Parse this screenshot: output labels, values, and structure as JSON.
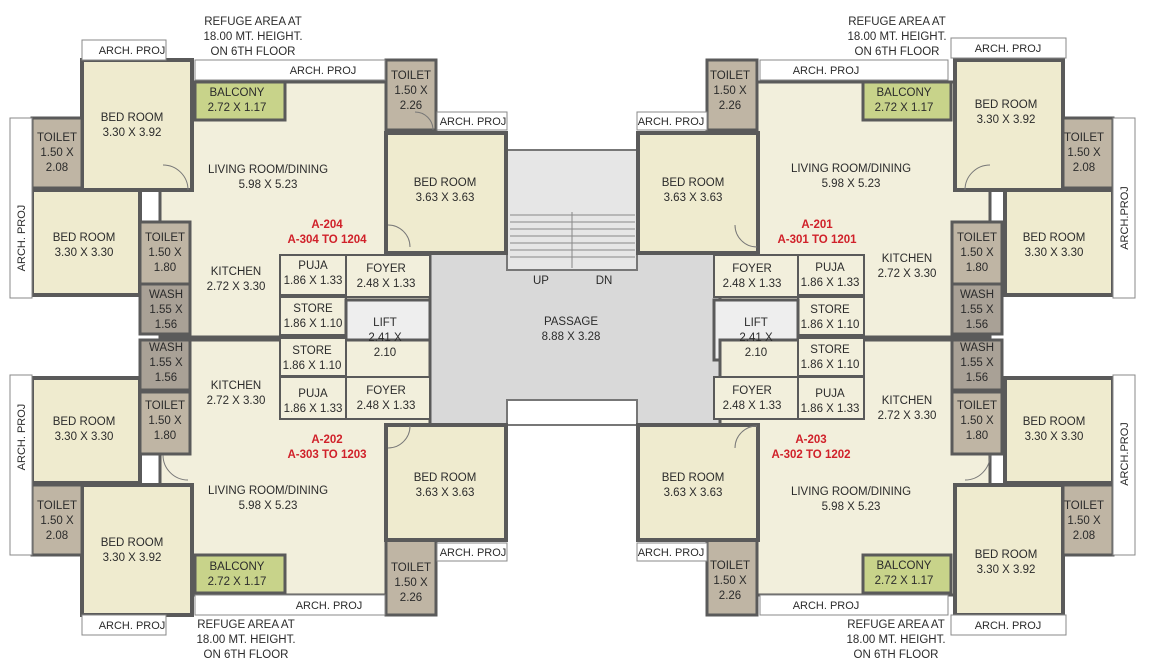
{
  "colors": {
    "room": "#f2efdc",
    "bedroom": "#efebcf",
    "toilet": "#bfb5a4",
    "wash": "#a9a196",
    "balcony": "#c8d38a",
    "passage": "#d9d9d9",
    "wall": "#5a5a5a",
    "unit_label": "#d0212a"
  },
  "labels": {
    "refuge": [
      "REFUGE AREA AT",
      "18.00 MT. HEIGHT.",
      "ON 6TH FLOOR"
    ],
    "arch_proj": "ARCH. PROJ",
    "arch_proj_v": "ARCH.PROJ",
    "bed_room": "BED ROOM",
    "toilet": "TOILET",
    "balcony": "BALCONY",
    "living": "LIVING ROOM/DINING",
    "kitchen": "KITCHEN",
    "wash": "WASH",
    "puja": "PUJA",
    "store": "STORE",
    "foyer": "FOYER",
    "lift": "LIFT",
    "passage": "PASSAGE",
    "up": "UP",
    "dn": "DN"
  },
  "dims": {
    "bed_392": "3.30 X 3.92",
    "bed_330": "3.30 X 3.30",
    "bed_363": "3.63 X 3.63",
    "toilet_208": "1.50 X",
    "toilet_208b": "2.08",
    "toilet_226": "1.50 X",
    "toilet_226b": "2.26",
    "toilet_180": "1.50 X",
    "toilet_180b": "1.80",
    "balcony": "2.72 X 1.17",
    "living": "5.98 X 5.23",
    "kitchen": "2.72 X 3.30",
    "wash": "1.55 X",
    "washb": "1.56",
    "puja": "1.86 X 1.33",
    "store": "1.86 X 1.10",
    "foyer": "2.48 X 1.33",
    "lift": "2.41 X",
    "liftb": "2.10",
    "passage": "8.88 X 3.28"
  },
  "units": {
    "a204": {
      "name": "A-204",
      "range": "A-304 TO 1204"
    },
    "a201": {
      "name": "A-201",
      "range": "A-301 TO 1201"
    },
    "a202": {
      "name": "A-202",
      "range": "A-303 TO 1203"
    },
    "a203": {
      "name": "A-203",
      "range": "A-302 TO 1202"
    }
  }
}
